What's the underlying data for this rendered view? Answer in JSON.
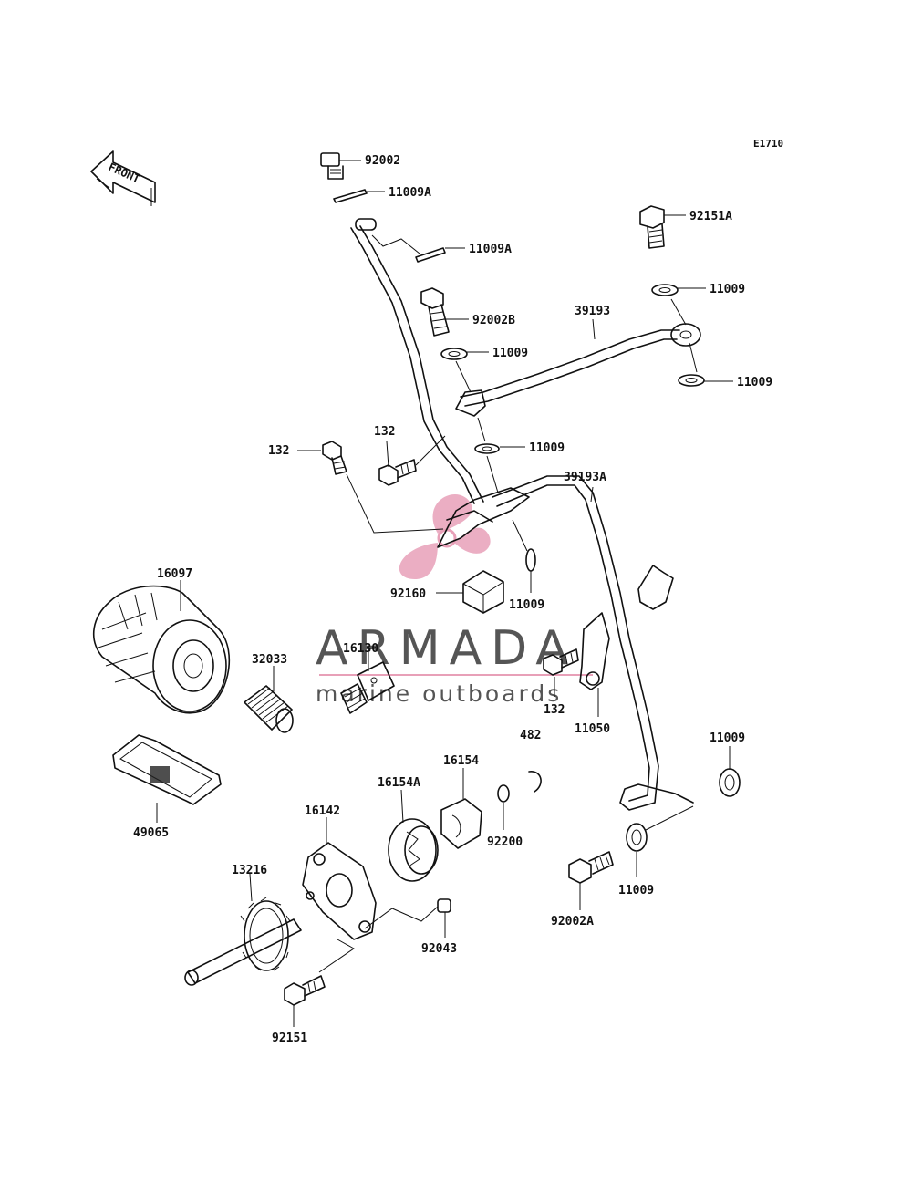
{
  "diagram_code": "E1710",
  "front_label": "FRONT",
  "watermark": {
    "brand": "ARMADA",
    "tagline": "marine outboards",
    "accent_color": "#e8a0b8"
  },
  "callouts": {
    "c92002": "92002",
    "c11009A_1": "11009A",
    "c11009A_2": "11009A",
    "c92151A": "92151A",
    "c11009_1": "11009",
    "c92002B": "92002B",
    "c39193": "39193",
    "c11009_2": "11009",
    "c11009_3": "11009",
    "c132_1": "132",
    "c132_2": "132",
    "c11009_4": "11009",
    "c39193A": "39193A",
    "c16097": "16097",
    "c92160": "92160",
    "c11009_5": "11009",
    "c32033": "32033",
    "c16130": "16130",
    "c132_3": "132",
    "c11050": "11050",
    "c482": "482",
    "c11009_6": "11009",
    "c16154": "16154",
    "c16154A": "16154A",
    "c16142": "16142",
    "c92200": "92200",
    "c49065": "49065",
    "c13216": "13216",
    "c11009_7": "11009",
    "c92002A": "92002A",
    "c92043": "92043",
    "c92151": "92151"
  }
}
